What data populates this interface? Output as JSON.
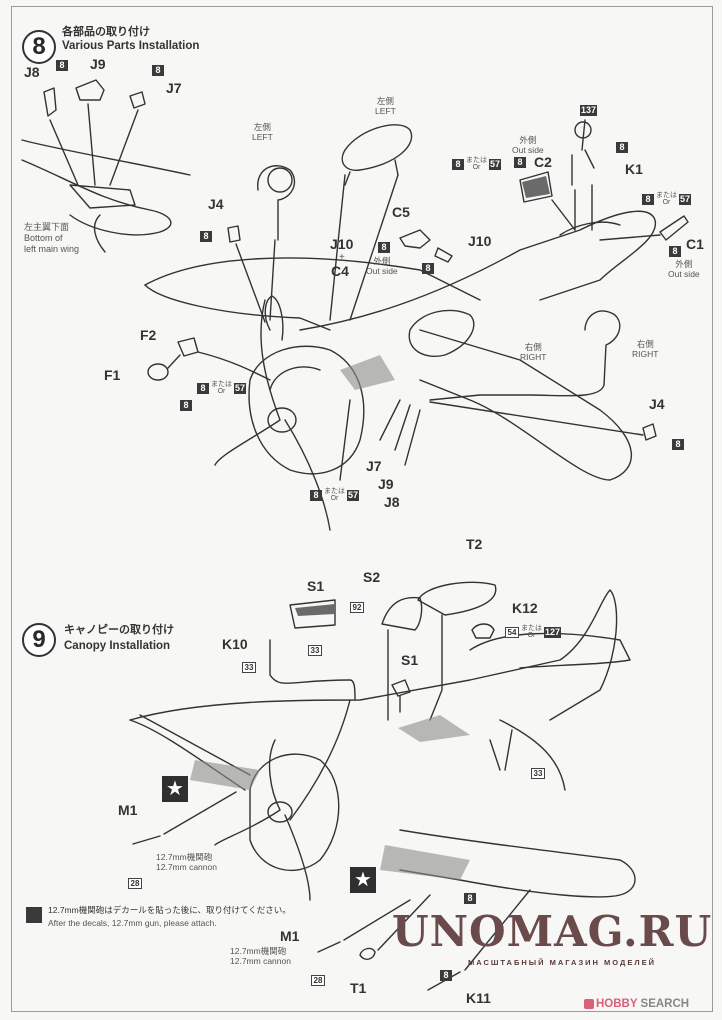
{
  "step8": {
    "number": "8",
    "title_jp": "各部品の取り付け",
    "title_en": "Various Parts Installation",
    "inset_note_jp": "左主翼下面",
    "inset_note_en_1": "Bottom of",
    "inset_note_en_2": "left main wing",
    "parts": {
      "J8": "J8",
      "J9": "J9",
      "J7": "J7",
      "J4": "J4",
      "J4_right": "J4",
      "J10": "J10",
      "J10_C4_top": "J10",
      "plus": "+",
      "C4": "C4",
      "C5": "C5",
      "C2": "C2",
      "C1": "C1",
      "K1": "K1",
      "F1": "F1",
      "F2": "F2",
      "J7_bottom": "J7",
      "J9_bottom": "J9",
      "J8_bottom": "J8"
    },
    "side_labels": {
      "left_jp": "左側",
      "left_en": "LEFT",
      "right_jp": "右側",
      "right_en": "RIGHT",
      "outside_jp": "外側",
      "outside_en": "Out side"
    },
    "colors": {
      "c8": "8",
      "c57": "57",
      "c137": "137",
      "or_jp": "または",
      "or_en": "Or"
    }
  },
  "step9": {
    "number": "9",
    "title_jp": "キャノピーの取り付け",
    "title_en": "Canopy Installation",
    "parts": {
      "S1_top": "S1",
      "S2": "S2",
      "T2": "T2",
      "K12": "K12",
      "K10": "K10",
      "S1_mid": "S1",
      "M1_left": "M1",
      "M1_bottom": "M1",
      "T1": "T1",
      "K11": "K11"
    },
    "colors": {
      "c92": "92",
      "c33": "33",
      "c54": "54",
      "c127": "127",
      "c28": "28",
      "c8": "8",
      "or_jp": "または",
      "or_en": "Or"
    },
    "cannon_jp": "12.7mm機関砲",
    "cannon_en": "12.7mm cannon",
    "decal_symbol": "★",
    "note_jp": "12.7mm機関砲はデカールを貼った後に、取り付けてください。",
    "note_en": "After the decals, 12.7mm gun, please attach."
  },
  "watermark": {
    "main": "UNOMAG.RU",
    "sub": "МАСШТАБНЫЙ МАГАЗИН МОДЕЛЕЙ"
  },
  "footer": {
    "brand_a": "HOBBY",
    "brand_b": " SEARCH"
  }
}
